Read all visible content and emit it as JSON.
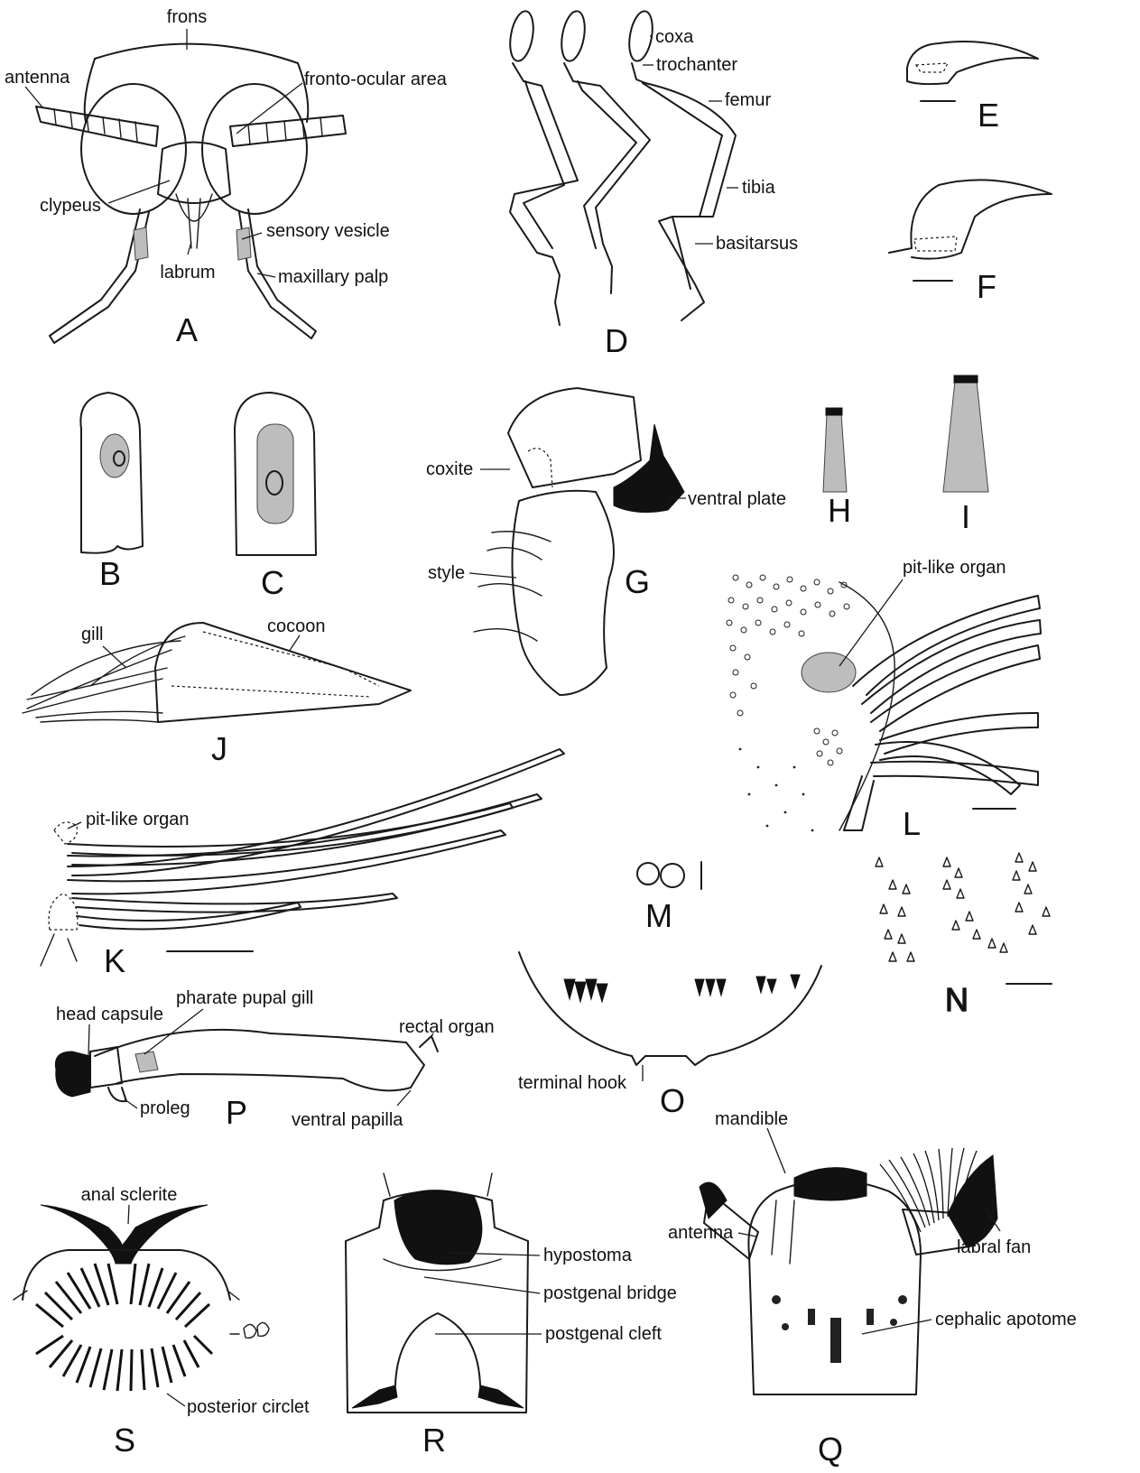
{
  "panels": {
    "A": {
      "letter": "A",
      "labels": {
        "frons": "frons",
        "antenna": "antenna",
        "fronto_ocular": "fronto-ocular area",
        "clypeus": "clypeus",
        "sensory_vesicle": "sensory vesicle",
        "labrum": "labrum",
        "maxillary_palp": "maxillary palp"
      }
    },
    "B": {
      "letter": "B"
    },
    "C": {
      "letter": "C"
    },
    "D": {
      "letter": "D",
      "labels": {
        "coxa": "coxa",
        "trochanter": "trochanter",
        "femur": "femur",
        "tibia": "tibia",
        "basitarsus": "basitarsus"
      }
    },
    "E": {
      "letter": "E"
    },
    "F": {
      "letter": "F"
    },
    "G": {
      "letter": "G",
      "labels": {
        "coxite": "coxite",
        "ventral_plate": "ventral plate",
        "style": "style"
      }
    },
    "H": {
      "letter": "H"
    },
    "I": {
      "letter": "I"
    },
    "J": {
      "letter": "J",
      "labels": {
        "gill": "gill",
        "cocoon": "cocoon"
      }
    },
    "K": {
      "letter": "K",
      "labels": {
        "pit_like_organ": "pit-like organ"
      }
    },
    "L": {
      "letter": "L",
      "labels": {
        "pit_like_organ": "pit-like organ"
      }
    },
    "M": {
      "letter": "M"
    },
    "N": {
      "letter": "N"
    },
    "O": {
      "letter": "O",
      "labels": {
        "terminal_hook": "terminal hook"
      }
    },
    "P": {
      "letter": "P",
      "labels": {
        "head_capsule": "head capsule",
        "pharate_pupal_gill": "pharate pupal gill",
        "rectal_organ": "rectal organ",
        "proleg": "proleg",
        "ventral_papilla": "ventral papilla"
      }
    },
    "Q": {
      "letter": "Q",
      "labels": {
        "mandible": "mandible",
        "antenna": "antenna",
        "labral_fan": "labral fan",
        "cephalic_apotome": "cephalic apotome"
      }
    },
    "R": {
      "letter": "R",
      "labels": {
        "hypostoma": "hypostoma",
        "postgenal_bridge": "postgenal bridge",
        "postgenal_cleft": "postgenal cleft"
      }
    },
    "S": {
      "letter": "S",
      "labels": {
        "anal_sclerite": "anal sclerite",
        "posterior_circlet": "posterior circlet"
      }
    }
  }
}
